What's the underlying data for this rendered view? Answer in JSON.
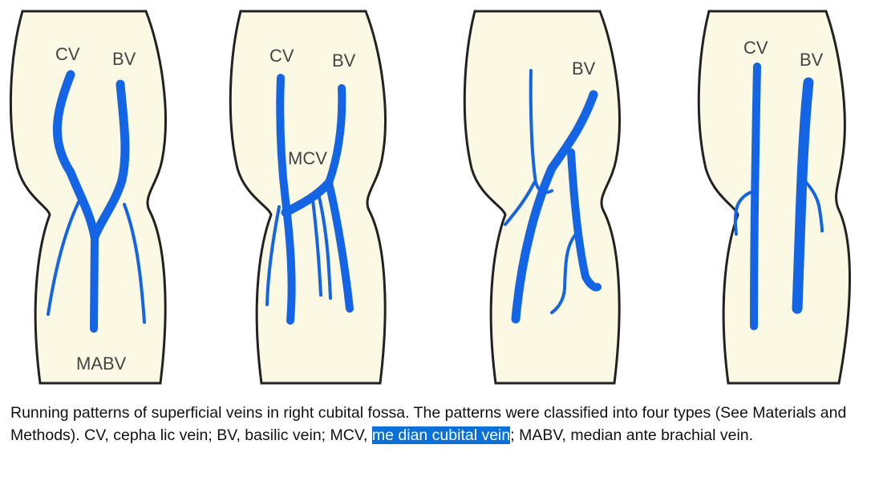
{
  "labels": {
    "panel1": {
      "cv": "CV",
      "bv": "BV",
      "mabv": "MABV"
    },
    "panel2": {
      "cv": "CV",
      "bv": "BV",
      "mcv": "MCV"
    },
    "panel3": {
      "bv": "BV"
    },
    "panel4": {
      "cv": "CV",
      "bv": "BV"
    }
  },
  "caption": {
    "before": "Running patterns of superficial veins in right cubital fossa. The patterns were classified into four types (See Materials and Methods). CV, cepha lic vein; BV, basilic vein; MCV, ",
    "highlighted": "me dian cubital vein",
    "after": "; MABV, median ante brachial vein."
  },
  "colors": {
    "vein": "#1464e6",
    "arm_fill": "#fbf8e4",
    "outline": "#222222",
    "selection": "#0a6fd6"
  }
}
